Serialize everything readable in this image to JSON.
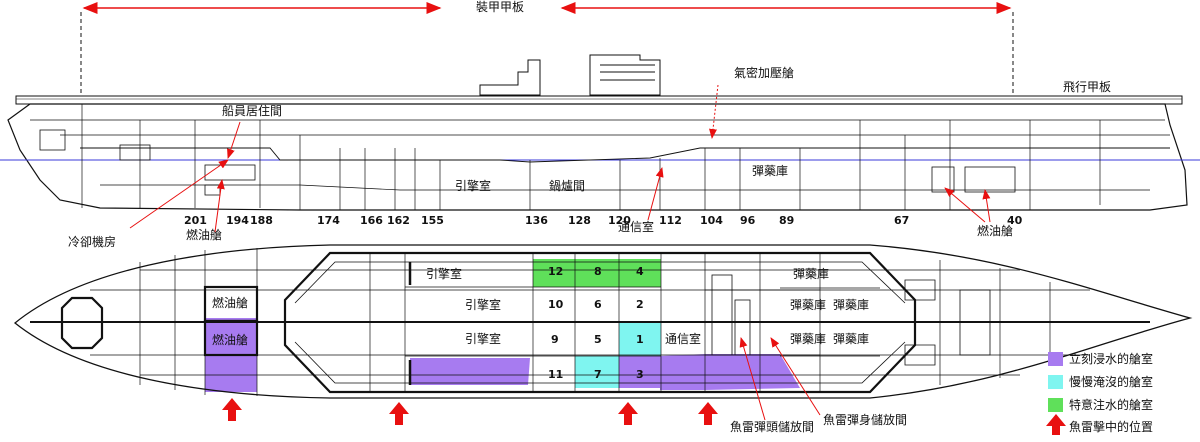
{
  "labels": {
    "armor_deck": "裝甲甲板",
    "pressurized": "氣密加壓艙",
    "flight_deck": "飛行甲板",
    "crew_quarters": "船員居住間",
    "engine_room_side": "引擎室",
    "boiler_room": "鍋爐間",
    "magazine_side": "彈藥庫",
    "cooling_room": "冷卻機房",
    "fuel_tank_left": "燃油艙",
    "comm_room_side": "通信室",
    "fuel_tank_right": "燃油艙"
  },
  "frame_numbers": [
    "201",
    "194",
    "188",
    "174",
    "166",
    "162",
    "155",
    "136",
    "128",
    "120",
    "112",
    "104",
    "96",
    "89",
    "67",
    "40"
  ],
  "plan_labels": {
    "fuel_upper": "燃油艙",
    "fuel_lower": "燃油艙",
    "engine_top": "引擎室",
    "engine_mid": "引擎室",
    "engine_low": "引擎室",
    "comm_room": "通信室",
    "magazine_a": "彈藥庫",
    "magazine_b": "彈藥庫",
    "magazine_c": "彈藥庫",
    "magazine_d": "彈藥庫",
    "magazine_e": "彈藥庫",
    "torpedo_warhead": "魚雷彈頭儲放間",
    "torpedo_body": "魚雷彈身儲放間"
  },
  "compartments": [
    "12",
    "8",
    "4",
    "10",
    "6",
    "2",
    "9",
    "5",
    "1",
    "11",
    "7",
    "3"
  ],
  "legend": [
    {
      "color": "#a77bf0",
      "text": "立刻浸水的艙室"
    },
    {
      "color": "#7ff5f0",
      "text": "慢慢淹沒的艙室"
    },
    {
      "color": "#5fe05a",
      "text": "特意注水的艙室"
    },
    {
      "color": "#e81010",
      "text": "魚雷擊中的位置"
    }
  ],
  "colors": {
    "immediate_flooding": "#a77bf0",
    "slow_flooding": "#7ff5f0",
    "counter_flooding": "#5fe05a",
    "torpedo_hit": "#e81010",
    "waterline": "#3a3ad8"
  }
}
